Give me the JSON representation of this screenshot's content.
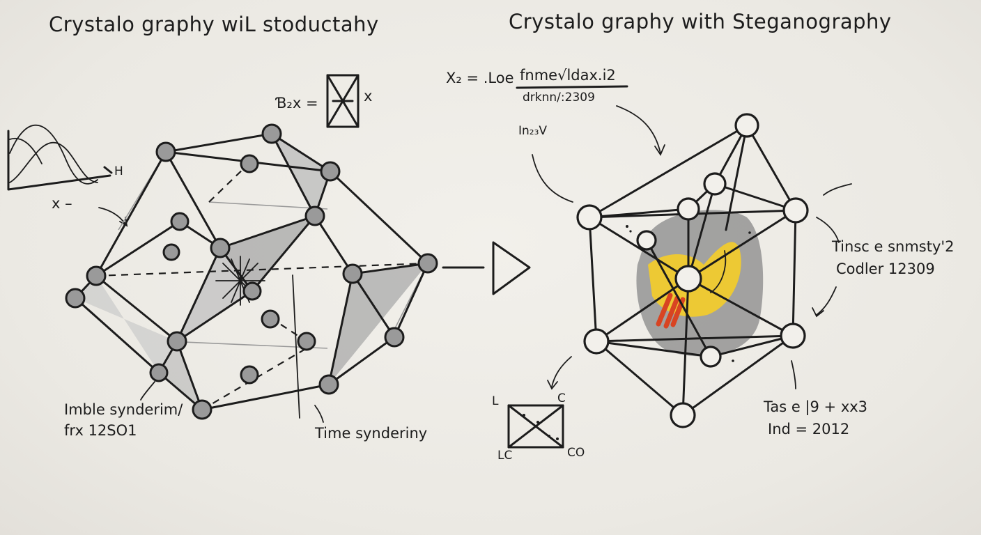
{
  "titles": {
    "left": "Crystalo graphy wiL stoductahy",
    "right": "Crystalo graphy with Steganography"
  },
  "left_notes": {
    "equation_label": "Ɓ₂x =",
    "equation_var": "x",
    "axis_tick": "H",
    "x_pointer": "x  –",
    "bottom_left_line1": "Imble synderim/",
    "bottom_left_line2": "frx 12SO1",
    "bottom_mid": "Time synderiny"
  },
  "right_notes": {
    "formula_head": "X₂ = .Loe",
    "formula_num": "fnme√ldax.i2",
    "formula_den": "drknn/:2309",
    "ln_label": "In₂₃V",
    "right_line1": "Tinsc e snmsty'2",
    "right_line2": "Codler 12309",
    "bottom_right_line1": "Tas e |9 + xx3",
    "bottom_right_line2": "Ind = 2012"
  },
  "small_square": {
    "corner_tl": "L",
    "corner_tr": "C",
    "corner_bl": "LC",
    "corner_br": "CO"
  },
  "colors": {
    "ink": "#1c1c1c",
    "paper": "#eceae5",
    "shade": "#9c9c9c",
    "highlight_yellow": "#f3cc2a",
    "highlight_red": "#d84422"
  }
}
